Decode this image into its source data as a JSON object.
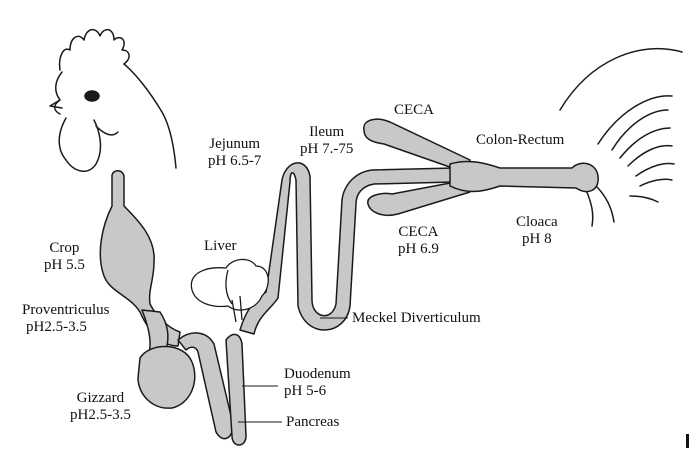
{
  "labels": {
    "crop": {
      "name": "Crop",
      "ph": "pH 5.5"
    },
    "proventriculus": {
      "name": "Proventriculus",
      "ph": "pH2.5-3.5"
    },
    "gizzard": {
      "name": "Gizzard",
      "ph": "pH2.5-3.5"
    },
    "liver": {
      "name": "Liver"
    },
    "jejunum": {
      "name": "Jejunum",
      "ph": "pH 6.5-7"
    },
    "ileum": {
      "name": "Ileum",
      "ph": "pH 7.-75"
    },
    "ceca_top": {
      "name": "CECA"
    },
    "ceca_bottom": {
      "name": "CECA",
      "ph": "pH 6.9"
    },
    "colon_rectum": {
      "name": "Colon-Rectum"
    },
    "cloaca": {
      "name": "Cloaca",
      "ph": "pH 8"
    },
    "meckel": {
      "name": "Meckel Diverticulum"
    },
    "duodenum": {
      "name": "Duodenum",
      "ph": "pH 5-6"
    },
    "pancreas": {
      "name": "Pancreas"
    }
  },
  "colors": {
    "organ_fill": "#c8c8c8",
    "outline": "#1a1a1a",
    "background": "#ffffff"
  }
}
